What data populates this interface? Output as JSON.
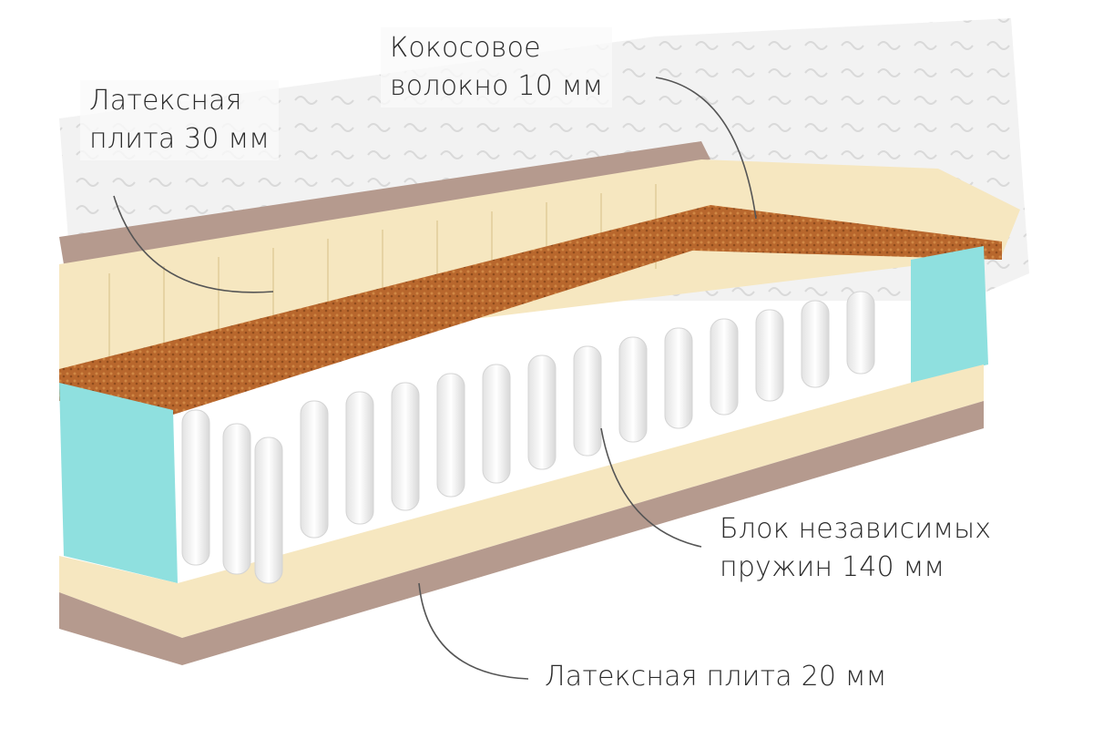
{
  "product": {
    "name": "Mattress cross-section diagram",
    "colors": {
      "cover": "#f1f1f1",
      "latex": "#f6e7c0",
      "coconut": "#b8672d",
      "foam_border": "#8fe0df",
      "springs": "#f7f7f7",
      "base": "#b59a8e"
    }
  },
  "labels": {
    "latex_top": {
      "line1": "Латексная",
      "line2": "плита 30 мм"
    },
    "coconut": {
      "line1": "Кокосовое",
      "line2": "волокно 10 мм"
    },
    "springs": {
      "line1": "Блок независимых",
      "line2": "пружин 140 мм"
    },
    "latex_bottom": {
      "line1": "Латексная плита  20 мм"
    }
  }
}
